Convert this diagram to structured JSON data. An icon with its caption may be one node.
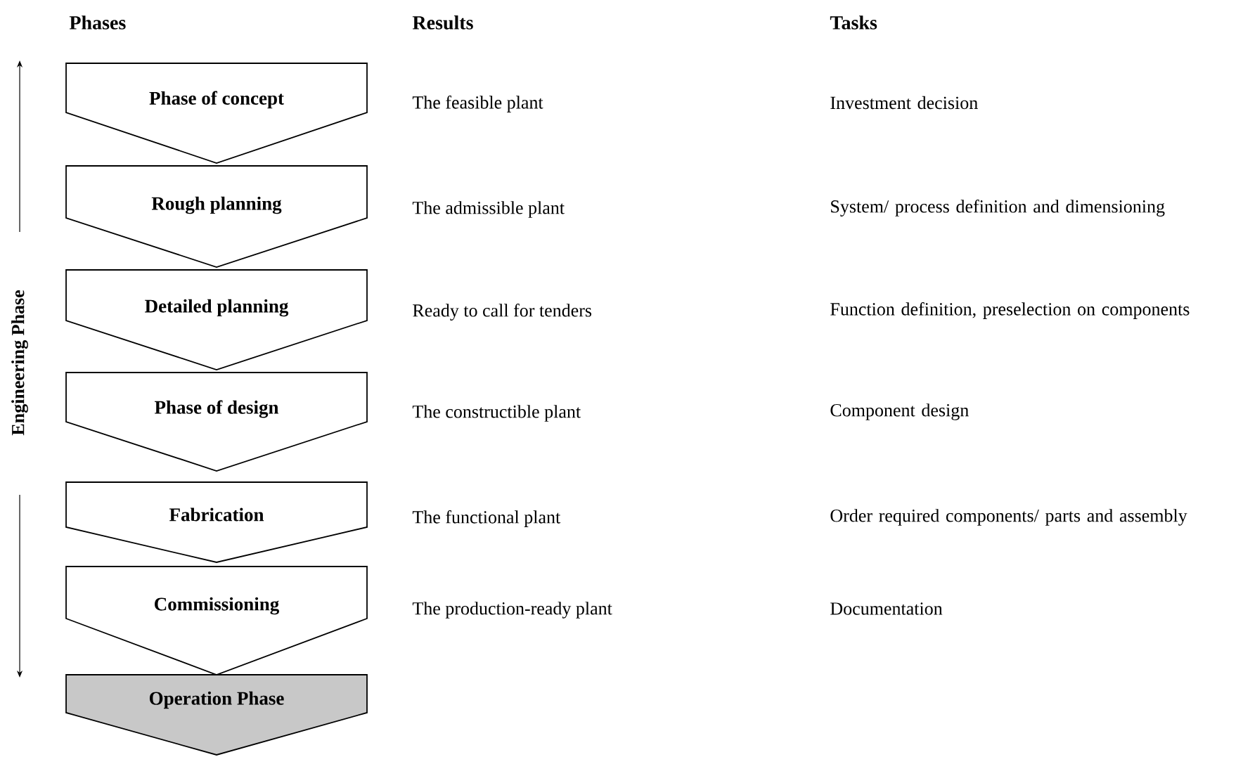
{
  "diagram": {
    "nodes": [
      {
        "text": [
          "Phase of concept"
        ]
      },
      {
        "text": [
          "Rough planning"
        ]
      },
      {
        "text": [
          "Detailed planning"
        ]
      },
      {
        "text": [
          "Phase of design"
        ]
      },
      {
        "text": [
          "Fabrication"
        ]
      },
      {
        "text": [
          "Commissioning"
        ]
      },
      {
        "text": [
          "Operation Phase"
        ]
      }
    ],
    "edges": [],
    "labels": [
      "Phases",
      "Results",
      "Tasks",
      "The feasible plant",
      "Investment decision",
      "The admissible plant",
      "System/ process definition and dimensioning",
      "Ready to call for tenders",
      "Function definition, preselection on components",
      "The constructible plant",
      "Component design",
      "The functional plant",
      "Order required components/ parts and assembly",
      "The production-ready plant",
      "Documentation",
      "Engineering Phase"
    ]
  }
}
